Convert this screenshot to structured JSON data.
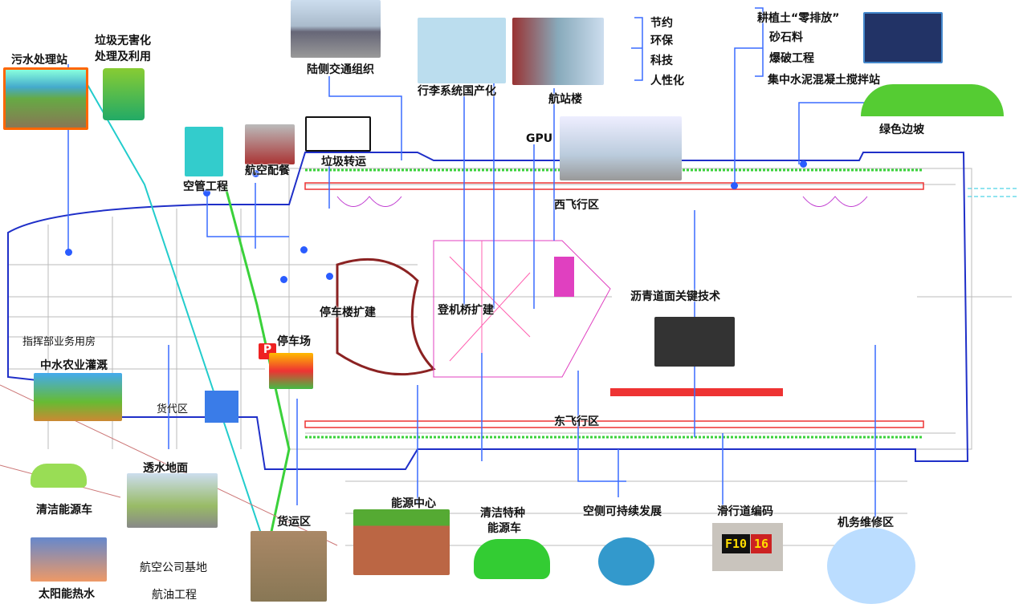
{
  "labels": {
    "sewage": "污水处理站",
    "garbage1": "垃圾无害化",
    "garbage2": "处理及利用",
    "landside": "陆侧交通组织",
    "baggage": "行李系统国产化",
    "terminal": "航站楼",
    "save": "节约",
    "env": "环保",
    "tech": "科技",
    "human": "人性化",
    "soil": "耕植土“零排放”",
    "gravel": "砂石料",
    "blast": "爆破工程",
    "concrete": "集中水泥混凝土搅拌站",
    "slope": "绿色边坡",
    "gpu": "GPU",
    "atc": "空管工程",
    "catering": "航空配餐",
    "transfer": "垃圾转运",
    "west": "西飞行区",
    "asphalt": "沥青道面关键技术",
    "parking_ext": "停车楼扩建",
    "bridge": "登机桥扩建",
    "hq": "指挥部业务用房",
    "parking": "停车场",
    "water": "中水农业灌溉",
    "forwarder": "货代区",
    "east": "东飞行区",
    "permeable": "透水地面",
    "clean_car": "清洁能源车",
    "cargo": "货运区",
    "energy": "能源中心",
    "special1": "清洁特种",
    "special2": "能源车",
    "airside": "空侧可持续发展",
    "taxi_code": "滑行道编码",
    "maint": "机务维修区",
    "airline": "航空公司基地",
    "solar": "太阳能热水",
    "fuel": "航油工程"
  },
  "sign": {
    "left": "F10",
    "right": "16"
  },
  "parking_icon": "P",
  "colors": {
    "outline": "#1f2fc8",
    "green": "#3ad13a",
    "cyan": "#22c8e0",
    "red": "#e33",
    "pink": "#e040c0",
    "line": "#3a6cff"
  }
}
